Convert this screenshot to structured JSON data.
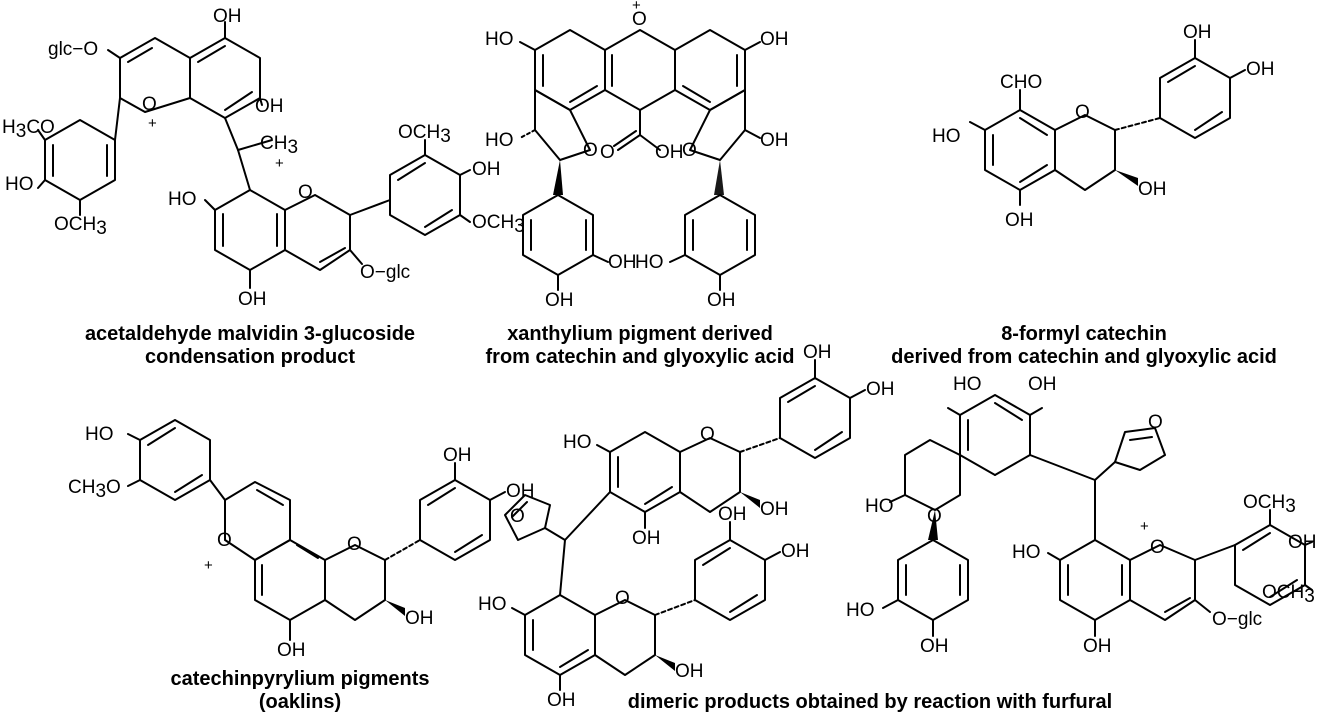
{
  "captions": {
    "c1": [
      "acetaldehyde malvidin 3-glucoside",
      "condensation product"
    ],
    "c2": [
      "xanthylium pigment derived",
      "from catechin and glyoxylic acid"
    ],
    "c3": [
      "8-formyl catechin",
      "derived from catechin and glyoxylic acid"
    ],
    "c4": [
      "catechinpyrylium pigments",
      "(oaklins)"
    ],
    "c5": [
      "dimeric products obtained by reaction with furfural"
    ]
  },
  "labels": {
    "oh": "OH",
    "ho": "HO",
    "o": "O",
    "och3": "OCH",
    "h3co": "H",
    "h3co_rest": "CO",
    "ch3o": "CH",
    "ch3o_rest": "O",
    "ch3": "CH",
    "sub3": "3",
    "glc_left": "glc−O",
    "glc_right": "O−glc",
    "cho": "CHO",
    "plus": "+"
  }
}
